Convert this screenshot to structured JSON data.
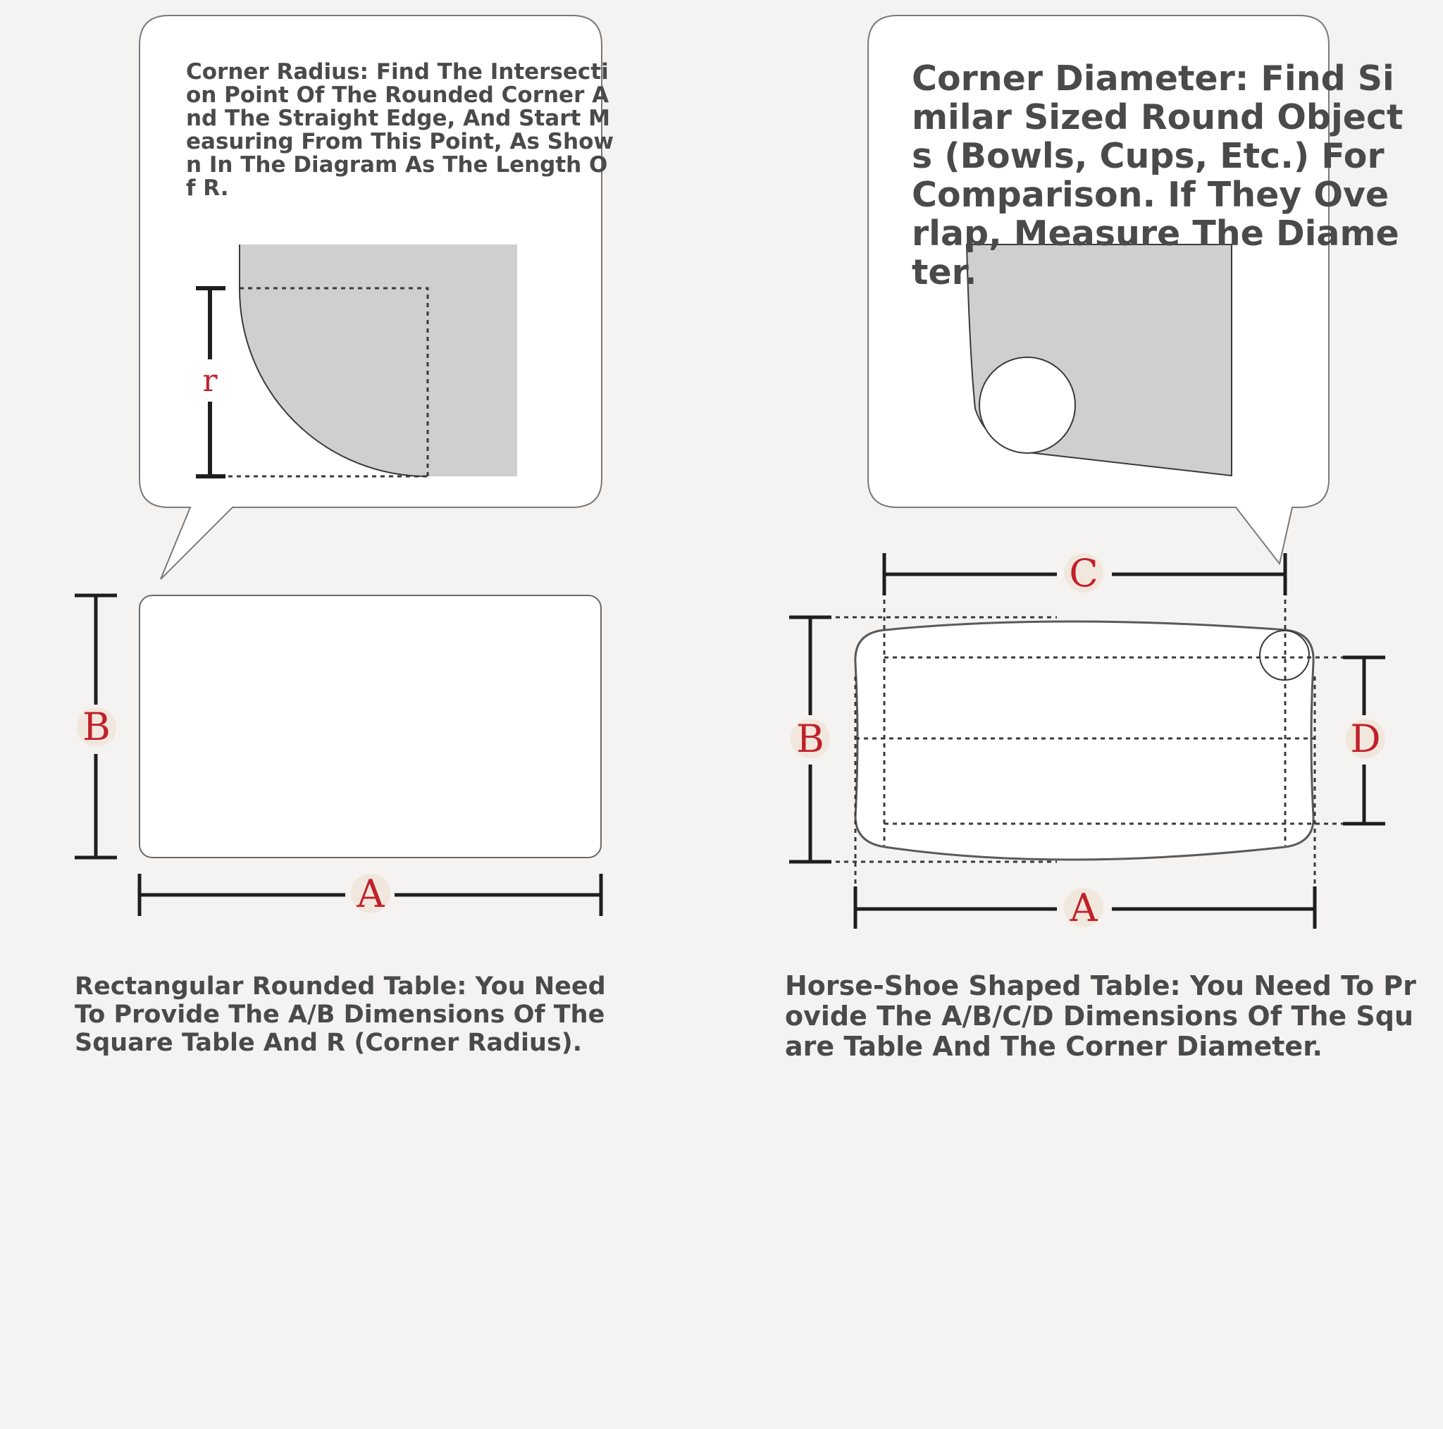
{
  "bubbles": {
    "corner_radius": {
      "text": "Corner Radius: Find The Intersection Point Of The Rounded Corner And The Straight Edge, And Start Measuring From This Point, As Shown In The Diagram As The Length Of R.",
      "r_label": "r"
    },
    "corner_diameter": {
      "text": "Corner Diameter: Find Similar Sized Round Objects (Bowls, Cups, Etc.) For Comparison. If They Overlap, Measure The Diameter."
    }
  },
  "rect_table": {
    "label_a": "A",
    "label_b": "B",
    "caption": "Rectangular Rounded Table: You Need To Provide The A/B Dimensions Of The Square Table And R (Corner Radius)."
  },
  "horseshoe_table": {
    "label_a": "A",
    "label_b": "B",
    "label_c": "C",
    "label_d": "D",
    "caption": "Horse-Shoe Shaped Table: You Need To Provide The A/B/C/D Dimensions Of The Square Table And The Corner Diameter."
  },
  "colors": {
    "label_red": "#c0202b",
    "text_gray": "#4a4a4a",
    "shape_gray": "#cfcfcf",
    "line_dark": "#2a2a2a"
  }
}
